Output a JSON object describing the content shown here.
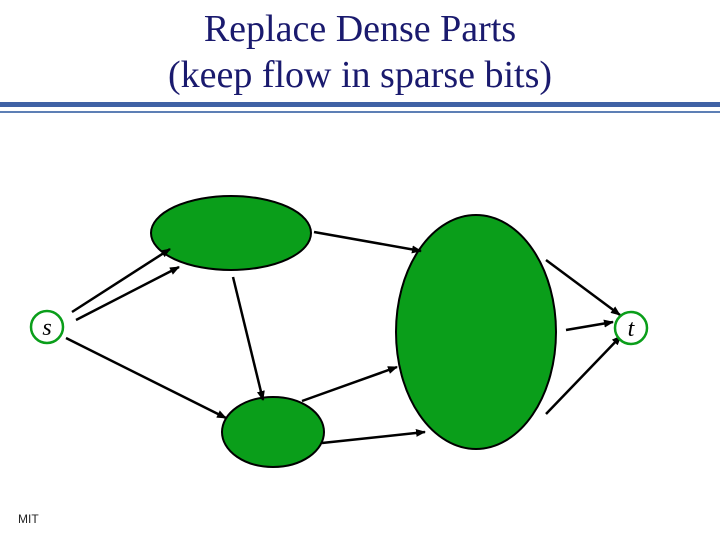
{
  "title": {
    "line1": "Replace Dense Parts",
    "line2": "(keep flow in sparse bits)"
  },
  "footer": "MIT",
  "diagram": {
    "nodes": {
      "s": {
        "label": "s"
      },
      "t": {
        "label": "t"
      }
    },
    "colors": {
      "fill": "#0a9e1a",
      "node_ring": "#0a9e1a",
      "edge": "#000000",
      "title": "#1a1a6e",
      "rule": "#3f62a5"
    }
  }
}
